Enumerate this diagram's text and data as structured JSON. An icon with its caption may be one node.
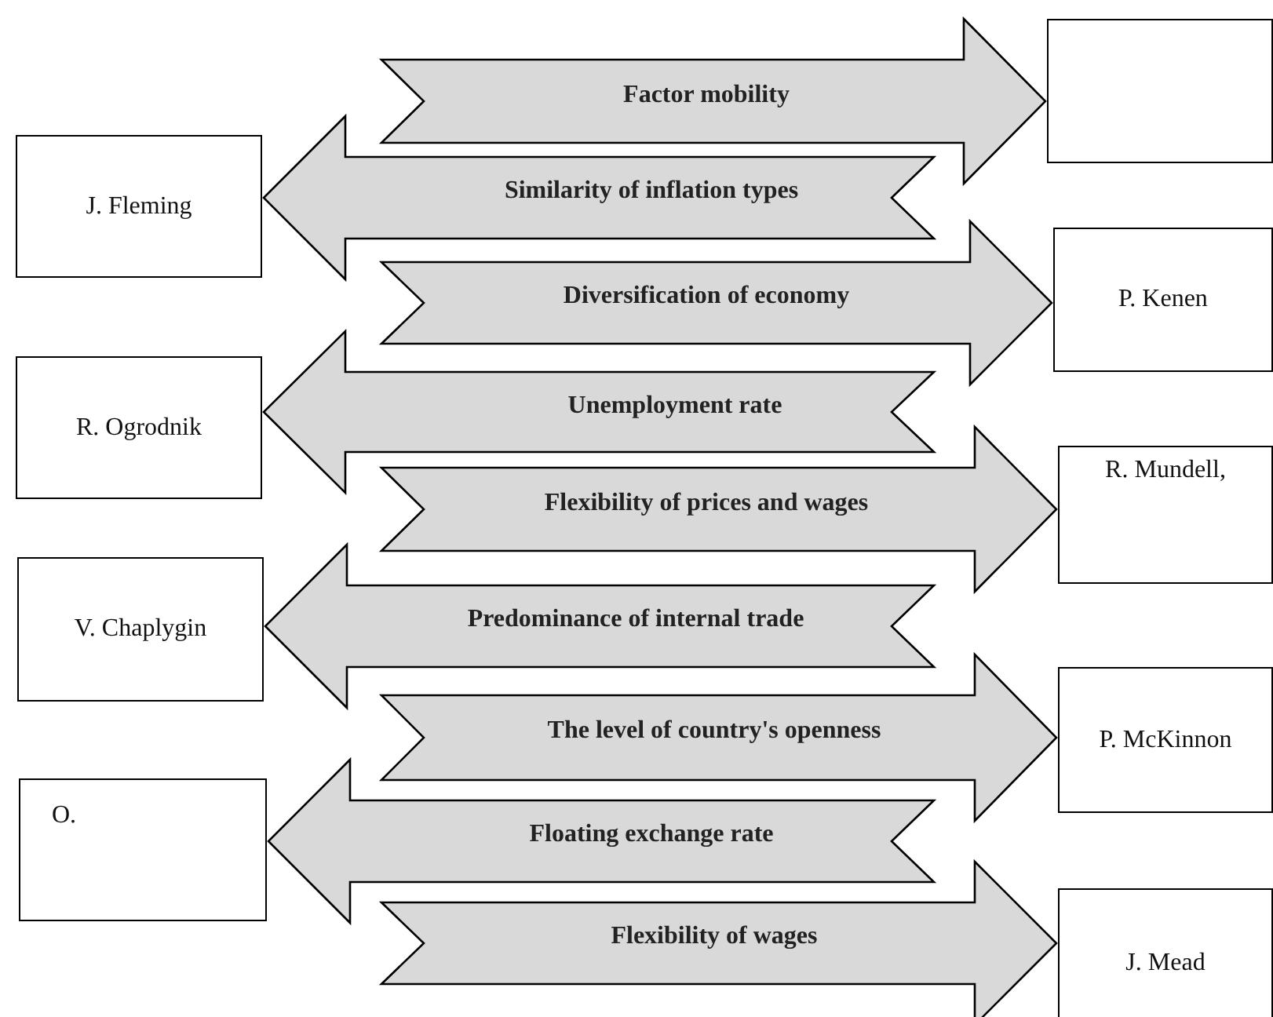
{
  "diagram": {
    "nodes": [
      {
        "text": [],
        "shape": "box"
      },
      {
        "text": [
          "J. Fleming"
        ]
      },
      {
        "text": [
          "P. Kenen"
        ]
      },
      {
        "text": [
          "R. Ogrodnik"
        ]
      },
      {
        "text": [
          "R. Mundell,"
        ]
      },
      {
        "text": [
          "V. Chaplygin"
        ]
      },
      {
        "text": [
          "P. McKinnon"
        ]
      },
      {
        "text": [
          "O."
        ]
      },
      {
        "text": [
          "J. Mead"
        ]
      }
    ],
    "edges": [
      {
        "from": null,
        "to": 0,
        "arrow": "to",
        "label": "Factor mobility"
      },
      {
        "from": null,
        "to": 1,
        "arrow": "to",
        "label": "Similarity of inflation types"
      },
      {
        "from": null,
        "to": 2,
        "arrow": "to",
        "label": "Diversification of economy"
      },
      {
        "from": null,
        "to": 3,
        "arrow": "to",
        "label": "Unemployment rate"
      },
      {
        "from": null,
        "to": 4,
        "arrow": "to",
        "label": "Flexibility of prices and wages"
      },
      {
        "from": null,
        "to": 5,
        "arrow": "to",
        "label": "Predominance of internal trade"
      },
      {
        "from": null,
        "to": 6,
        "arrow": "to",
        "label": "The level of country's openness"
      },
      {
        "from": null,
        "to": 7,
        "arrow": "to",
        "label": "Floating exchange rate"
      },
      {
        "from": null,
        "to": 8,
        "arrow": "to",
        "label": "Flexibility of wages"
      }
    ]
  }
}
